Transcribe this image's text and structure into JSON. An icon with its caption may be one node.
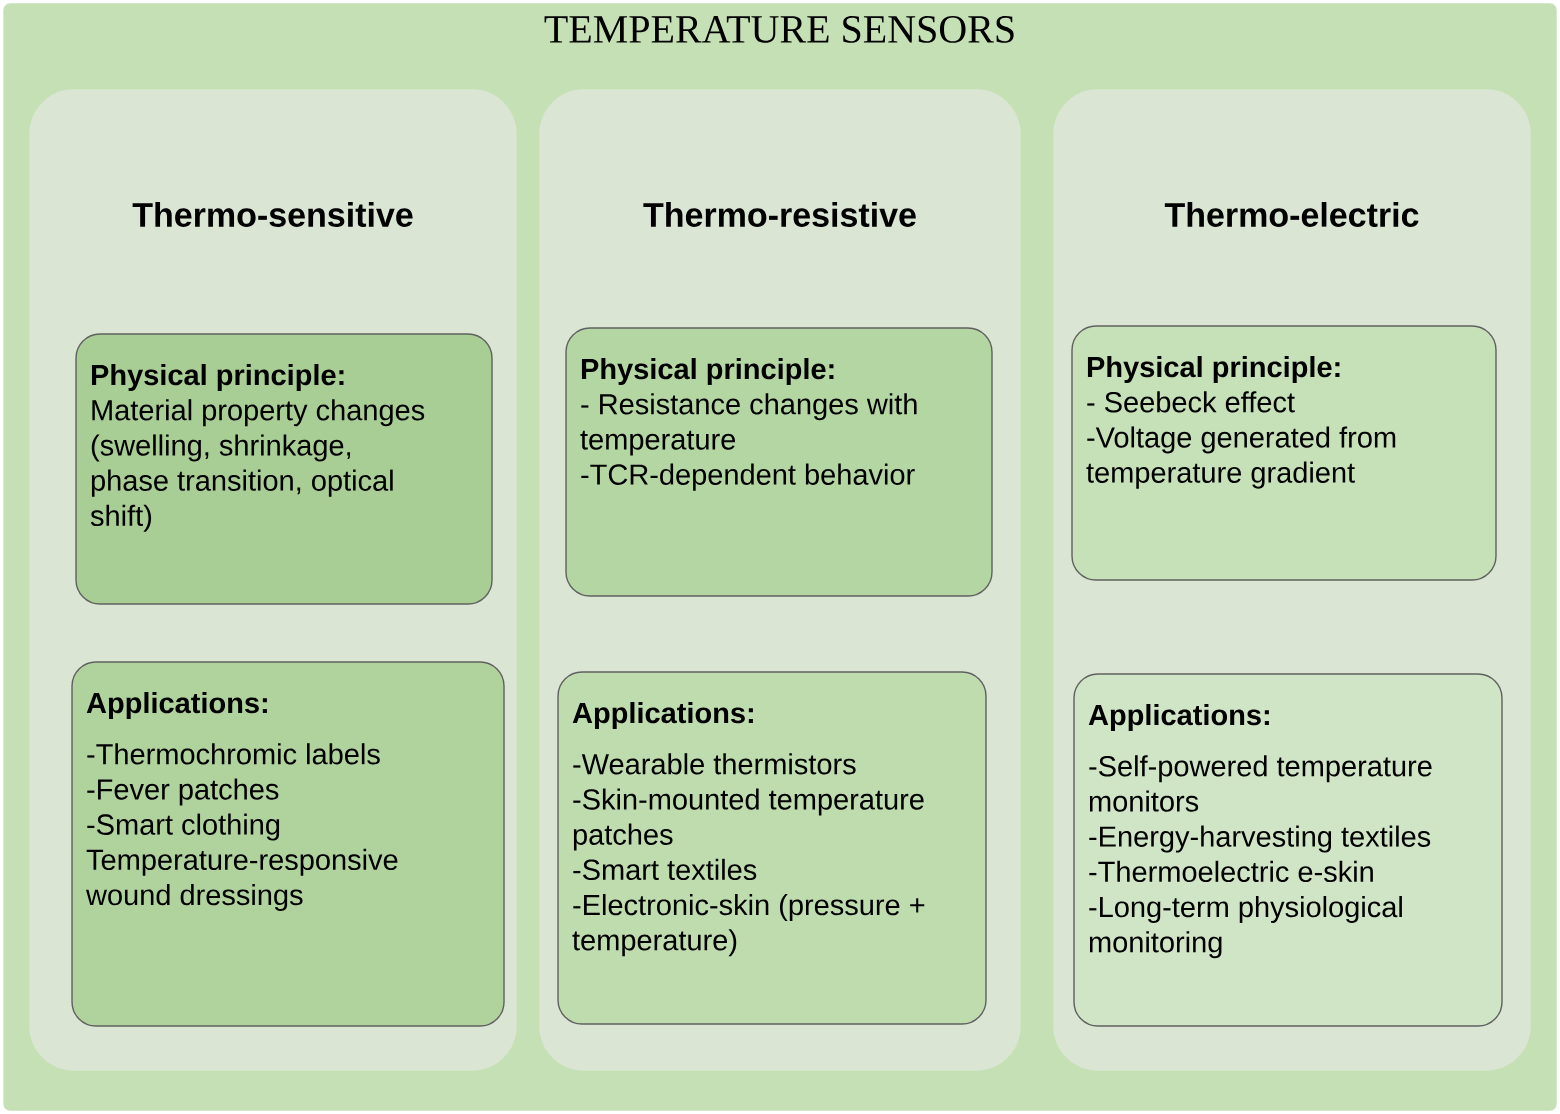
{
  "diagram": {
    "nodes": [
      {
        "text": [
          "TEMPERATURE SENSORS"
        ]
      },
      {
        "text": [
          "Thermo-sensitive"
        ],
        "in": 0
      },
      {
        "text": [
          "Physical principle:",
          "Material property changes (swelling, shrinkage, phase transition, optical shift)"
        ],
        "in": 1
      },
      {
        "text": [
          "Applications:",
          "-Thermochromic labels",
          "-Fever patches",
          "-Smart clothing",
          "Temperature-responsive wound dressings"
        ],
        "in": 1
      },
      {
        "text": [
          "Thermo-resistive"
        ],
        "in": 0
      },
      {
        "text": [
          "Physical principle:",
          "- Resistance changes with temperature",
          "-TCR-dependent behavior"
        ],
        "in": 4
      },
      {
        "text": [
          "Applications:",
          "-Wearable thermistors",
          "-Skin-mounted temperature patches",
          "-Smart textiles",
          "-Electronic-skin (pressure + temperature)"
        ],
        "in": 4
      },
      {
        "text": [
          "Thermo-electric"
        ],
        "in": 0
      },
      {
        "text": [
          "Physical principle:",
          "- Seebeck effect",
          "-Voltage generated from temperature gradient"
        ],
        "in": 7
      },
      {
        "text": [
          "Applications:",
          "-Self-powered temperature monitors",
          "-Energy-harvesting textiles",
          "-Thermoelectric e-skin",
          "-Long-term physiological monitoring"
        ],
        "in": 7
      }
    ]
  }
}
